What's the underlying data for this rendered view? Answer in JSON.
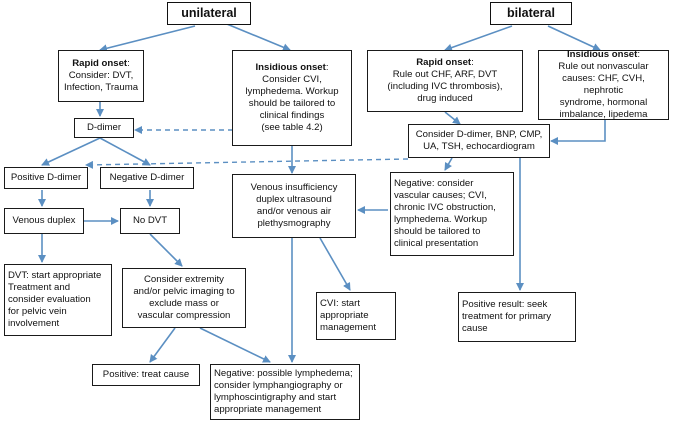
{
  "headers": {
    "unilateral": "unilateral",
    "bilateral": "bilateral"
  },
  "nodes": {
    "rapid_uni": {
      "title": "Rapid onset",
      "lines": [
        "Consider: DVT,",
        "Infection, Trauma"
      ]
    },
    "insidious_uni": {
      "title": "Insidious onset",
      "lines": [
        "Consider CVI,",
        "lymphedema. Workup",
        "should be tailored to",
        "clinical findings",
        "(see table 4.2)"
      ]
    },
    "rapid_bi": {
      "title": "Rapid onset",
      "lines": [
        "Rule out CHF, ARF, DVT",
        "(including IVC thrombosis),",
        "drug induced"
      ]
    },
    "insidious_bi": {
      "title": "Insidious onset",
      "lines": [
        "Rule out nonvascular",
        "causes: CHF, CVH, nephrotic",
        "syndrome, hormonal",
        "imbalance, lipedema"
      ]
    },
    "ddimer": {
      "lines": [
        "D-dimer"
      ]
    },
    "consider_ddimer": {
      "lines": [
        "Consider D-dimer, BNP, CMP,",
        "UA, TSH, echocardiogram"
      ]
    },
    "pos_ddimer": {
      "lines": [
        "Positive D-dimer"
      ]
    },
    "neg_ddimer": {
      "lines": [
        "Negative D-dimer"
      ]
    },
    "venous_insuff": {
      "lines": [
        "Venous insufficiency",
        "duplex ultrasound",
        "and/or venous air",
        "plethysmography"
      ]
    },
    "negative_vasc": {
      "lines": [
        "Negative: consider",
        "vascular causes; CVI,",
        "chronic IVC obstruction,",
        "lymphedema. Workup",
        "should be tailored to",
        "clinical presentation"
      ]
    },
    "venous_duplex": {
      "lines": [
        "Venous duplex"
      ]
    },
    "no_dvt": {
      "lines": [
        "No DVT"
      ]
    },
    "dvt_treat": {
      "lines": [
        "DVT: start appropriate",
        "Treatment and",
        "consider evaluation",
        "for pelvic vein",
        "involvement"
      ]
    },
    "consider_ext": {
      "lines": [
        "Consider extremity",
        "and/or pelvic imaging to",
        "exclude mass or",
        "vascular compression"
      ]
    },
    "cvi_start": {
      "lines": [
        "CVI: start",
        "appropriate",
        "management"
      ]
    },
    "positive_result": {
      "lines": [
        "Positive result: seek",
        "treatment for primary",
        "cause"
      ]
    },
    "pos_treat": {
      "lines": [
        "Positive: treat cause"
      ]
    },
    "neg_lymph": {
      "lines": [
        "Negative: possible lymphedema;",
        "consider lymphangiography or",
        "lymphoscintigraphy and start",
        "appropriate management"
      ]
    }
  },
  "colors": {
    "arrow": "#5b8fc2",
    "border": "#1a1a1a"
  }
}
